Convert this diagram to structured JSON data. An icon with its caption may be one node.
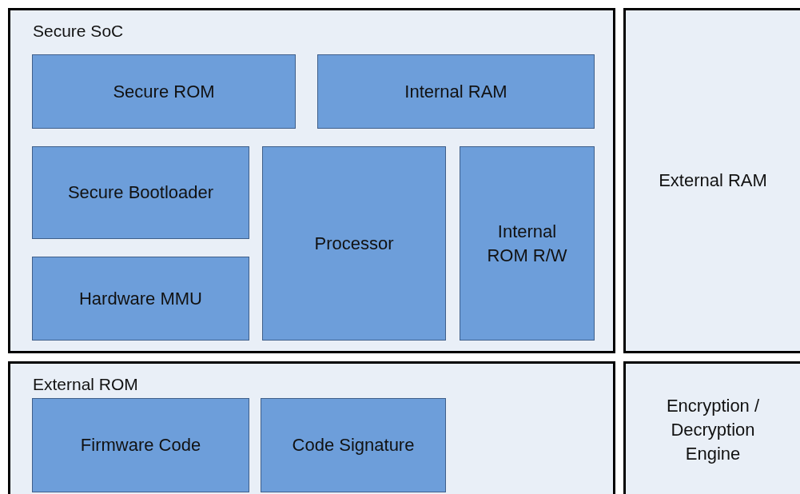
{
  "diagram": {
    "nodes": [
      {
        "text": [
          "Secure SoC"
        ]
      },
      {
        "text": [
          "Secure ROM"
        ],
        "in": 0
      },
      {
        "text": [
          "Internal RAM"
        ],
        "in": 0
      },
      {
        "text": [
          "Secure Bootloader"
        ],
        "in": 0
      },
      {
        "text": [
          "Processor"
        ],
        "in": 0
      },
      {
        "text": [
          "Internal ROM R/W"
        ],
        "in": 0
      },
      {
        "text": [
          "Hardware MMU"
        ],
        "in": 0
      },
      {
        "text": [
          "External RAM"
        ]
      },
      {
        "text": [
          "External ROM"
        ]
      },
      {
        "text": [
          "Firmware Code"
        ],
        "in": 8
      },
      {
        "text": [
          "Code Signature"
        ],
        "in": 8
      },
      {
        "text": [
          "Encryption / Decryption Engine"
        ]
      }
    ]
  }
}
